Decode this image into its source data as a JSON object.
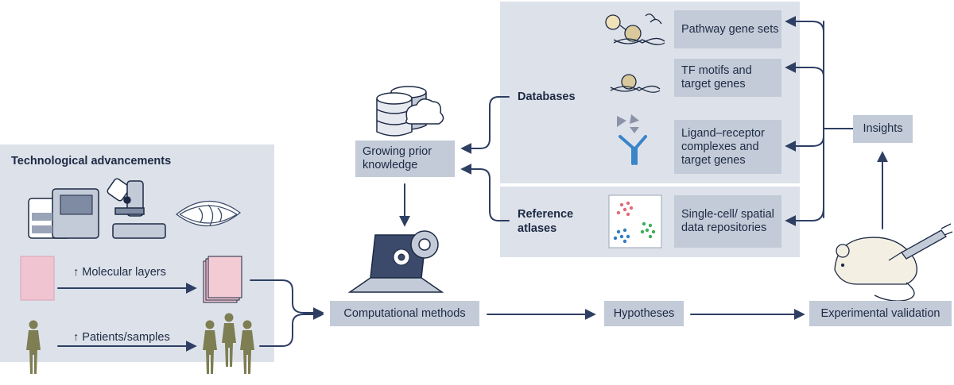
{
  "tech_panel": {
    "title": "Technological advancements",
    "molecular_label": "↑ Molecular layers",
    "patients_label": "↑ Patients/samples"
  },
  "prior_knowledge": "Growing prior knowledge",
  "computational_methods": "Computational methods",
  "hypotheses": "Hypotheses",
  "experimental_validation": "Experimental validation",
  "insights": "Insights",
  "databases": {
    "label": "Databases",
    "items": [
      "Pathway gene sets",
      "TF motifs and target genes",
      "Ligand–receptor complexes and target genes"
    ]
  },
  "reference_atlases": {
    "label": "Reference atlases",
    "items": [
      "Single-cell/ spatial data repositories"
    ]
  },
  "colors": {
    "panel": "#dde2ea",
    "box": "#c3cbd8",
    "arrow": "#2e3f63",
    "silhouette": "#7d7e52"
  }
}
